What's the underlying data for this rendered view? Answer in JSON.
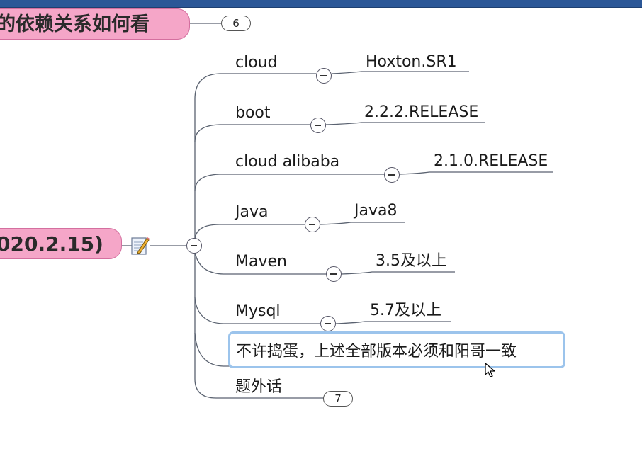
{
  "diagram": {
    "top_topic": "的依赖关系如何看",
    "top_topic_badge": "6",
    "main_topic": "020.2.15)",
    "branches": [
      {
        "label": "cloud",
        "value": "Hoxton.SR1"
      },
      {
        "label": "boot",
        "value": "2.2.2.RELEASE"
      },
      {
        "label": "cloud alibaba",
        "value": "2.1.0.RELEASE"
      },
      {
        "label": "Java",
        "value": "Java8"
      },
      {
        "label": "Maven",
        "value": "3.5及以上"
      },
      {
        "label": "Mysql",
        "value": "5.7及以上"
      }
    ],
    "selected_note": "不许捣蛋，上述全部版本必须和阳哥一致",
    "aside": {
      "label": "题外话",
      "badge": "7"
    }
  },
  "colors": {
    "topic_fill": "#f5a6c8",
    "topic_border": "#d46f9f",
    "line": "#5a6270",
    "selection": "#9cc4ec",
    "title_bar": "#2b5797"
  },
  "icons": [
    "note-pencil-icon",
    "collapse-minus-icon",
    "mouse-cursor-icon"
  ]
}
